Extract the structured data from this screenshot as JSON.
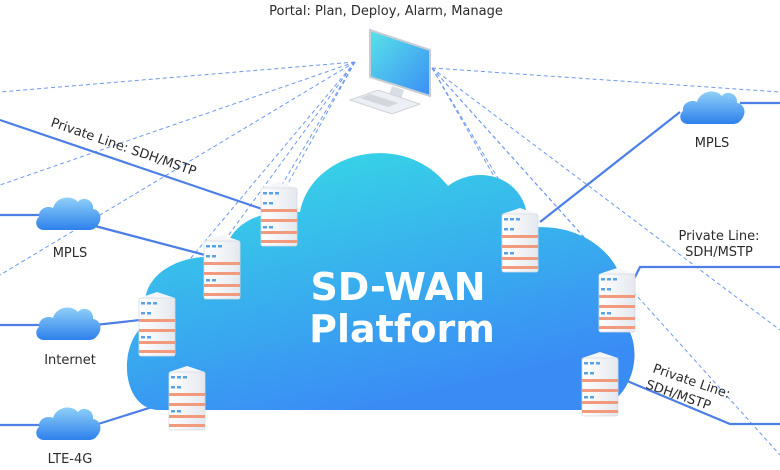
{
  "portal": {
    "label": "Portal: Plan, Deploy, Alarm, Manage"
  },
  "platform": {
    "line1": "SD-WAN",
    "line2": "Platform"
  },
  "left_links": [
    {
      "type": "Private Line: SDH/MSTP"
    },
    {
      "type": "MPLS"
    },
    {
      "type": "Internet"
    },
    {
      "type": "LTE-4G"
    }
  ],
  "right_links": [
    {
      "type": "MPLS"
    },
    {
      "line1": "Private Line:",
      "line2": "SDH/MSTP"
    },
    {
      "line1": "Private Line:",
      "line2": "SDH/MSTP"
    }
  ],
  "colors": {
    "link_line": "#4d7fe6",
    "dashed_line": "#6f97ee",
    "cloud_light": "#86c9f6",
    "cloud_dark": "#2f84ee",
    "platform_top": "#36dfe4",
    "platform_bottom": "#3a8cf5",
    "server_stripe": "#f19a7e"
  }
}
